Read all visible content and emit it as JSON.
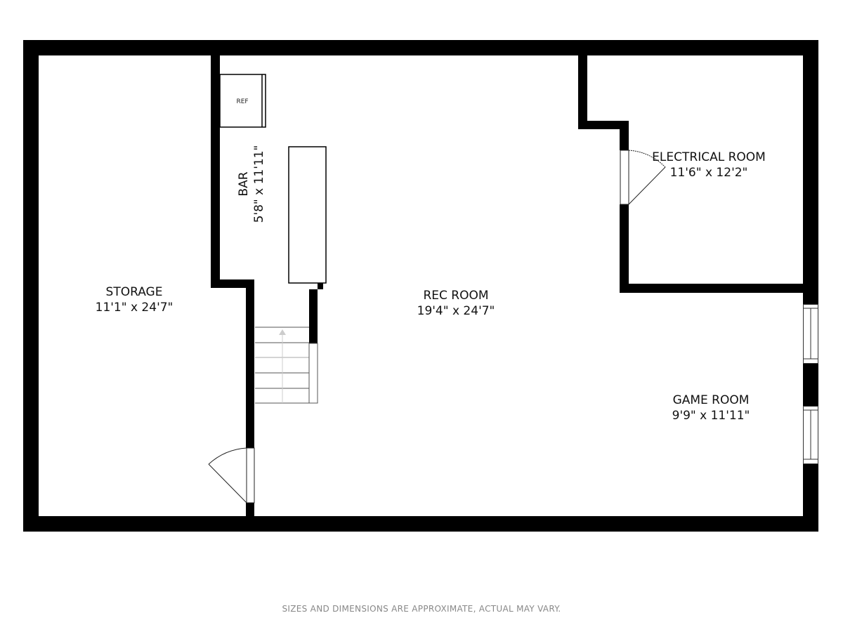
{
  "rooms": {
    "storage": {
      "name": "STORAGE",
      "dims": "11'1\" x 24'7\""
    },
    "bar": {
      "name": "BAR",
      "dims": "5'8\" x 11'11\""
    },
    "rec_room": {
      "name": "REC ROOM",
      "dims": "19'4\" x 24'7\""
    },
    "electrical_room": {
      "name": "ELECTRICAL ROOM",
      "dims": "11'6\" x 12'2\""
    },
    "game_room": {
      "name": "GAME ROOM",
      "dims": "9'9\" x 11'11\""
    }
  },
  "fixtures": {
    "ref_label": "REF"
  },
  "footer": "SIZES AND DIMENSIONS ARE APPROXIMATE, ACTUAL MAY VARY.",
  "colors": {
    "wall": "#000000",
    "background": "#ffffff",
    "footer_text": "#888888"
  }
}
